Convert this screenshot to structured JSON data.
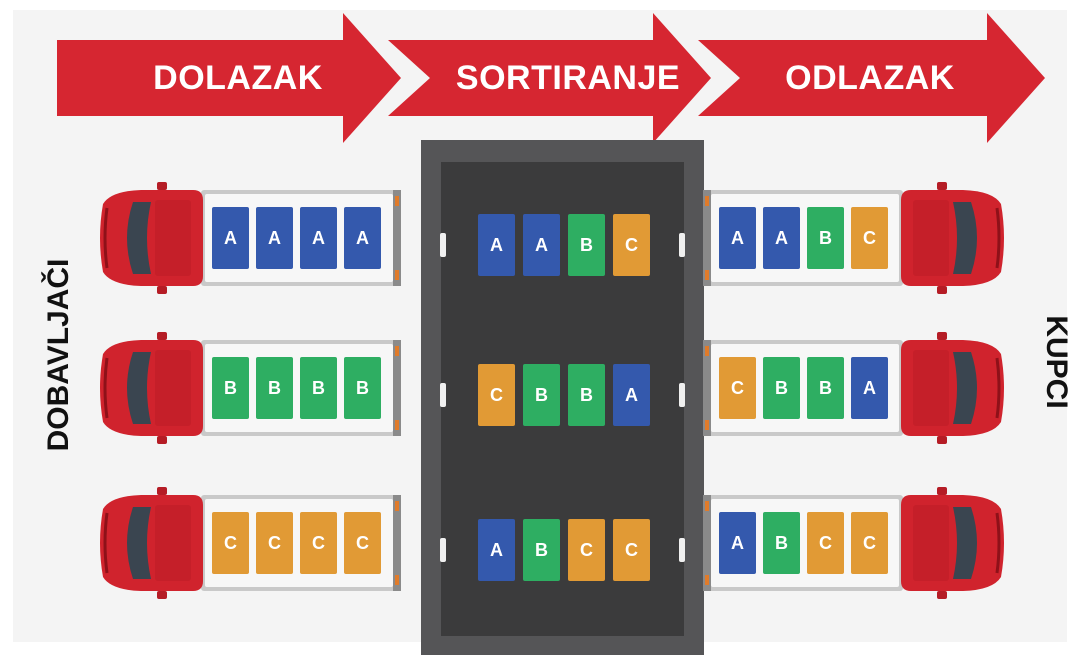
{
  "stages": {
    "arrival": "DOLAZAK",
    "sorting": "SORTIRANJE",
    "departure": "ODLAZAK"
  },
  "sides": {
    "suppliers": "DOBAVLJAČI",
    "customers": "KUPCI"
  },
  "inbound_trucks": [
    {
      "boxes": [
        "A",
        "A",
        "A",
        "A"
      ]
    },
    {
      "boxes": [
        "B",
        "B",
        "B",
        "B"
      ]
    },
    {
      "boxes": [
        "C",
        "C",
        "C",
        "C"
      ]
    }
  ],
  "dock_rows": [
    {
      "boxes": [
        "A",
        "A",
        "B",
        "C"
      ]
    },
    {
      "boxes": [
        "C",
        "B",
        "B",
        "A"
      ]
    },
    {
      "boxes": [
        "A",
        "B",
        "C",
        "C"
      ]
    }
  ],
  "outbound_trucks": [
    {
      "boxes": [
        "A",
        "A",
        "B",
        "C"
      ]
    },
    {
      "boxes": [
        "C",
        "B",
        "B",
        "A"
      ]
    },
    {
      "boxes": [
        "A",
        "B",
        "C",
        "C"
      ]
    }
  ],
  "colors": {
    "arrow": "#d62631",
    "truck_cab": "#d0232d",
    "windshield": "#3a4550",
    "dock_frame": "#555557",
    "dock_floor": "#3b3b3c",
    "category_A": "#3459ad",
    "category_B": "#2eae62",
    "category_C": "#e19a35"
  }
}
